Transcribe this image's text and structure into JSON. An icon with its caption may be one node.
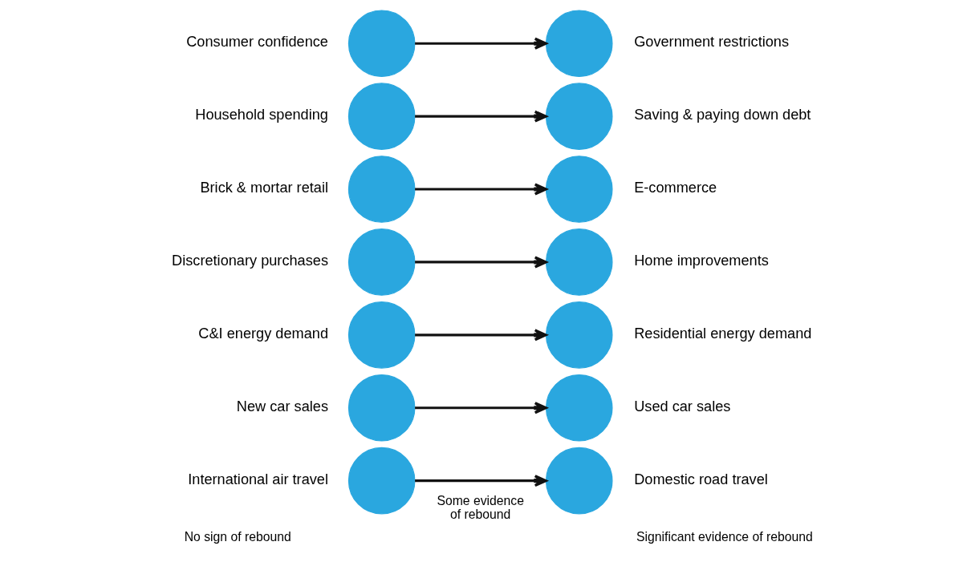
{
  "diagram": {
    "nodes": [
      {
        "text": [],
        "shape": "circle",
        "beside": [
          "Consumer confidence"
        ]
      },
      {
        "text": [],
        "shape": "circle",
        "beside": [
          "Government restrictions"
        ]
      },
      {
        "text": [],
        "shape": "circle",
        "beside": [
          "Household spending"
        ]
      },
      {
        "text": [],
        "shape": "circle",
        "beside": [
          "Saving & paying down debt"
        ]
      },
      {
        "text": [],
        "shape": "circle",
        "beside": [
          "Brick & mortar retail"
        ]
      },
      {
        "text": [],
        "shape": "circle",
        "beside": [
          "E-commerce"
        ]
      },
      {
        "text": [],
        "shape": "circle",
        "beside": [
          "Discretionary purchases"
        ]
      },
      {
        "text": [],
        "shape": "circle",
        "beside": [
          "Home improvements"
        ]
      },
      {
        "text": [],
        "shape": "circle",
        "beside": [
          "C&I energy demand"
        ]
      },
      {
        "text": [],
        "shape": "circle",
        "beside": [
          "Residential energy demand"
        ]
      },
      {
        "text": [],
        "shape": "circle",
        "beside": [
          "New car sales"
        ]
      },
      {
        "text": [],
        "shape": "circle",
        "beside": [
          "Used car sales"
        ]
      },
      {
        "text": [],
        "shape": "circle",
        "beside": [
          "International air travel"
        ]
      },
      {
        "text": [],
        "shape": "circle",
        "beside": [
          "Domestic road travel"
        ]
      }
    ],
    "edges": [
      {
        "from": 0,
        "to": 1,
        "arrow": "to"
      },
      {
        "from": 2,
        "to": 3,
        "arrow": "to"
      },
      {
        "from": 4,
        "to": 5,
        "arrow": "to"
      },
      {
        "from": 6,
        "to": 7,
        "arrow": "to"
      },
      {
        "from": 8,
        "to": 9,
        "arrow": "to"
      },
      {
        "from": 10,
        "to": 11,
        "arrow": "to"
      },
      {
        "from": 12,
        "to": 13,
        "arrow": "to"
      }
    ],
    "legend": [
      {
        "text": "No sign of rebound"
      },
      {
        "text": "Some evidence of rebound"
      },
      {
        "text": "Significant evidence of rebound"
      }
    ]
  }
}
